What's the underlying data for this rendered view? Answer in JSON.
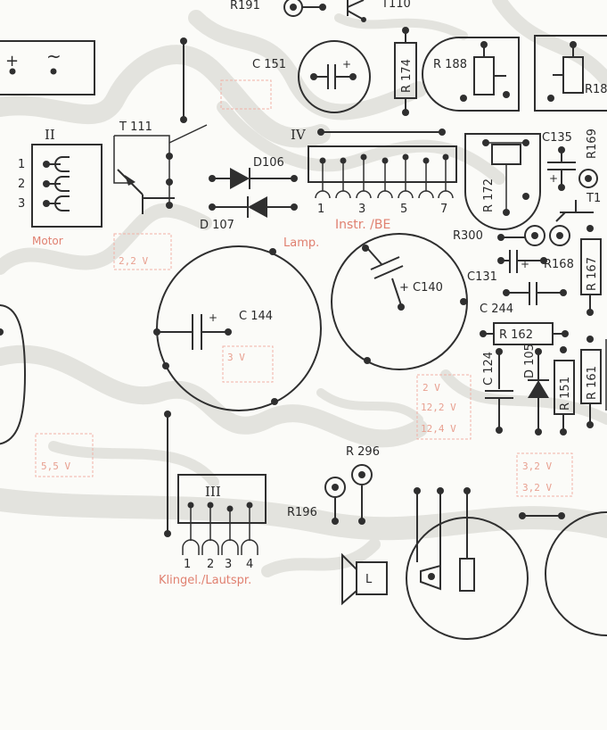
{
  "labels": {
    "r191": "R191",
    "t110": "T110",
    "c151": "C 151",
    "r174": "R 174",
    "r188": "R 188",
    "r18x": "R18",
    "conn_ii_top": "II",
    "conn_ii_pins": [
      "1",
      "2",
      "3"
    ],
    "motor": "Motor",
    "t111": "T 111",
    "iv": "IV",
    "d106": "D106",
    "d107": "D 107",
    "c135": "C135",
    "r169": "R169",
    "r172": "R 172",
    "t1x": "T1",
    "iv_pins": [
      "1",
      "3",
      "5",
      "7"
    ],
    "instr_be": "Instr. /BE",
    "lamp": "Lamp.",
    "r300": "R300",
    "c131": "C131",
    "r168": "R168",
    "r167": "R 167",
    "c144": "C 144",
    "c140": "C 140",
    "c244": "C 244",
    "r162": "R 162",
    "c124": "C 124",
    "d105": "D 105",
    "r151": "R 151",
    "r161": "R 161",
    "r296": "R 296",
    "r196": "R196",
    "conn_iii": "III",
    "iii_pins": [
      "1",
      "2",
      "3",
      "4"
    ],
    "klingel": "Klingel./Lautspr.",
    "speaker_l": "L",
    "plus": "+",
    "tilde": "~",
    "volt_3_2": "3,2 V",
    "volt_12_2": "12,2 V",
    "volt_12_4": "12,4 V",
    "volt_5_5": "5,5 V",
    "volt_2_2": "2,2 V",
    "volt_2v": "2 V",
    "volt_3v": "3 V"
  }
}
